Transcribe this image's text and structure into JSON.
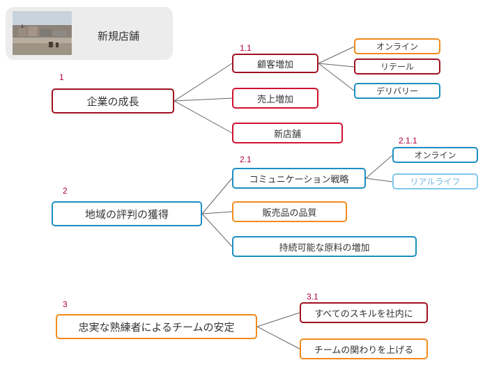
{
  "header": {
    "title": "新規店舗",
    "thumbnail_icon": "seaside-town-photo"
  },
  "colors": {
    "red": "#b01020",
    "orange": "#f08a1a",
    "blue": "#1a8fc0",
    "light_blue": "#80c8ee",
    "number": "#b00040",
    "connector": "#666666"
  },
  "branches": [
    {
      "number": "1",
      "label": "企業の成長",
      "children": [
        {
          "number": "1.1",
          "label": "顧客増加",
          "children": [
            {
              "label": "オンライン"
            },
            {
              "label": "リテール"
            },
            {
              "label": "デリバリー"
            }
          ]
        },
        {
          "label": "売上増加"
        },
        {
          "label": "新店舗"
        }
      ]
    },
    {
      "number": "2",
      "label": "地域の評判の獲得",
      "children": [
        {
          "number": "2.1",
          "label": "コミュニケーション戦略",
          "children": [
            {
              "number": "2.1.1",
              "label": "オンライン"
            },
            {
              "label": "リアルライフ"
            }
          ]
        },
        {
          "label": "販売品の品質"
        },
        {
          "label": "持続可能な原料の増加"
        }
      ]
    },
    {
      "number": "3",
      "label": "忠実な熟練者によるチームの安定",
      "children": [
        {
          "number": "3.1",
          "label": "すべてのスキルを社内に"
        },
        {
          "label": "チームの関わりを上げる"
        }
      ]
    }
  ]
}
